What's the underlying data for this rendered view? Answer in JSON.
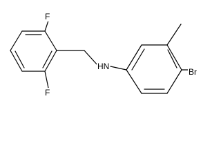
{
  "molecule": {
    "atoms": {
      "fluorine_top": "F",
      "fluorine_bottom": "F",
      "amine": "HN",
      "bromine": "Br"
    }
  }
}
